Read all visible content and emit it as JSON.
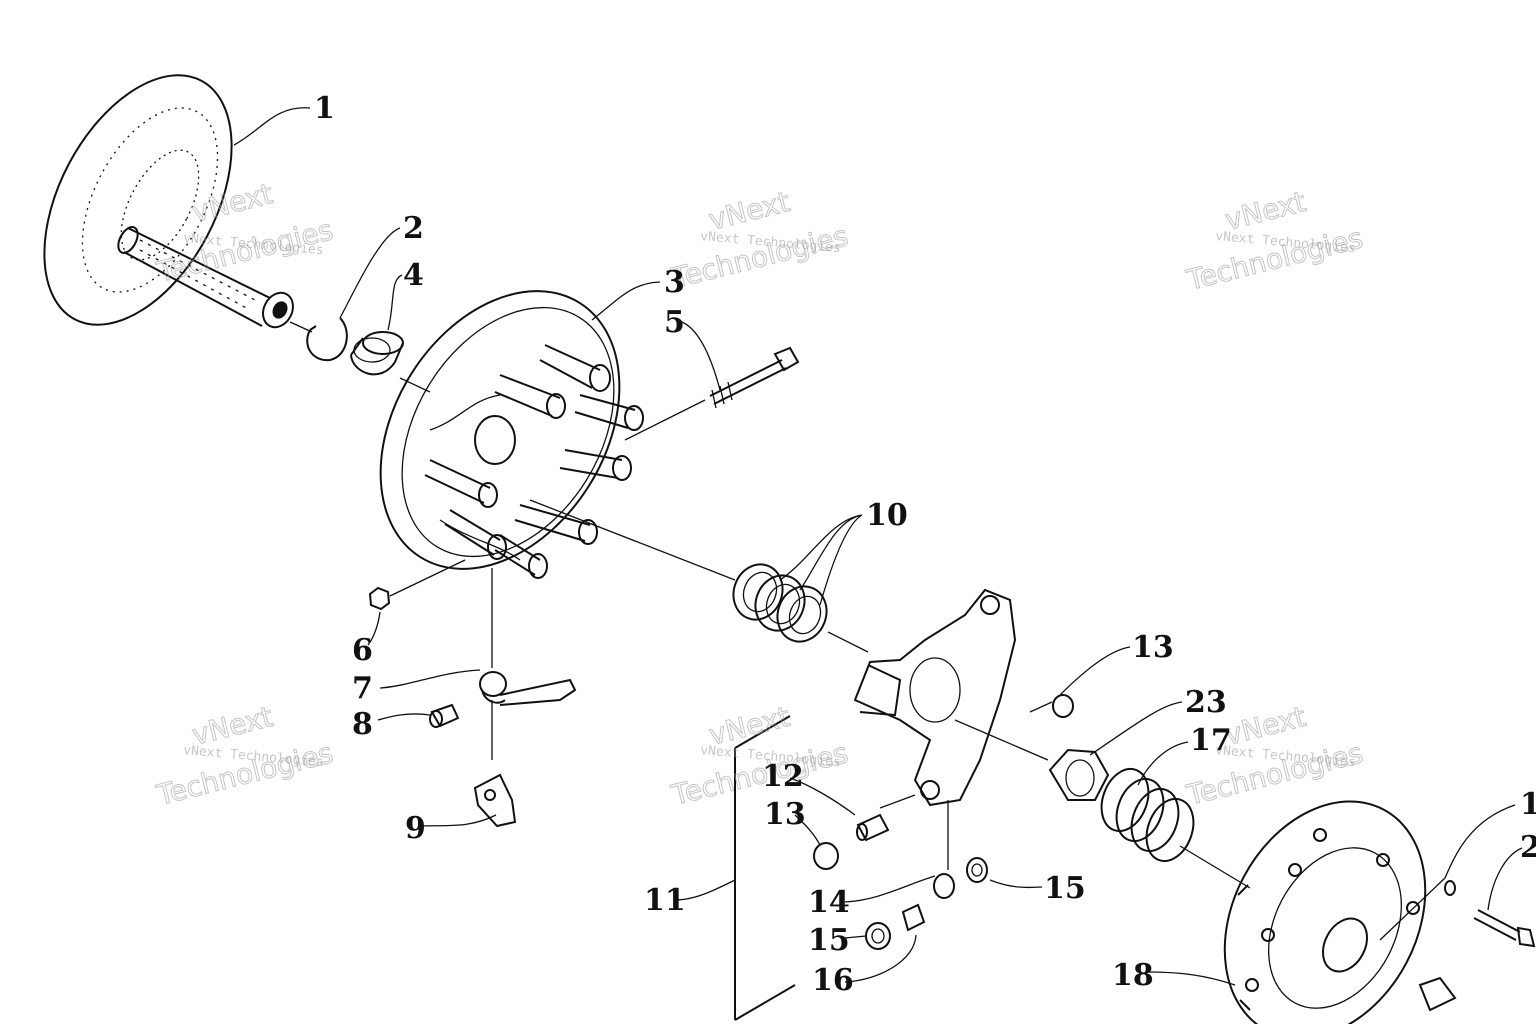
{
  "diagram": {
    "labels": {
      "l1": "1",
      "l2": "2",
      "l3": "3",
      "l4": "4",
      "l5": "5",
      "l6": "6",
      "l7": "7",
      "l8": "8",
      "l9": "9",
      "l10": "10",
      "l11": "11",
      "l12": "12",
      "l13a": "13",
      "l13b": "13",
      "l14": "14",
      "l15a": "15",
      "l15b": "15",
      "l16": "16",
      "l17": "17",
      "l18": "18",
      "l23": "23",
      "l1r": "1",
      "l2r": "2"
    },
    "watermark": {
      "small": "vNext Technologies",
      "big_top": "vNext",
      "big_bottom": "Technologies"
    }
  }
}
